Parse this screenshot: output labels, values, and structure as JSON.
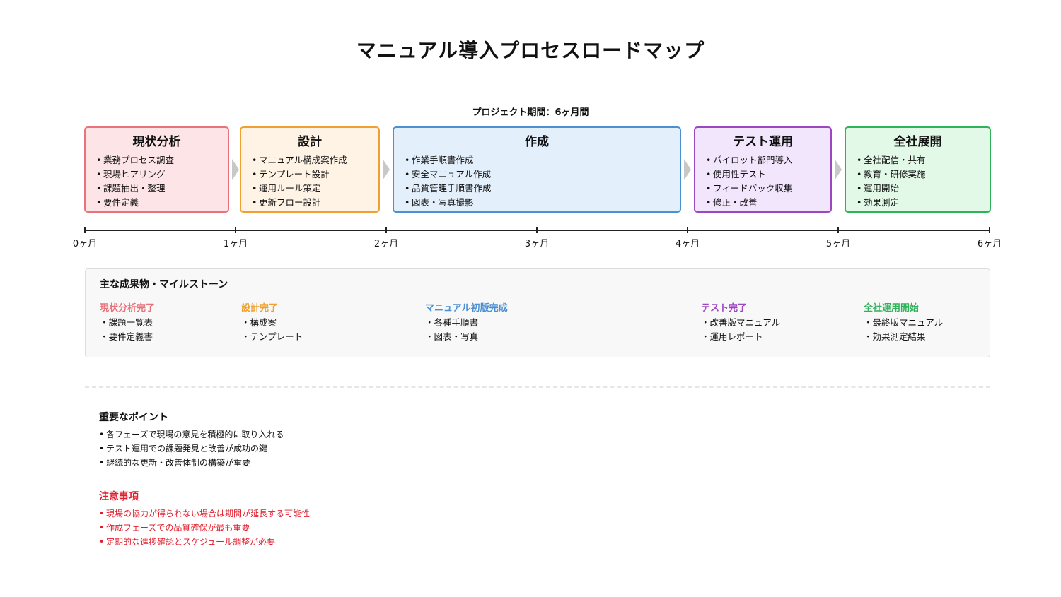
{
  "title": "マニュアル導入プロセスロードマップ",
  "duration_label": "プロジェクト期間：6ヶ月間",
  "colors": {
    "analysis": {
      "border": "#e8737a",
      "fill": "#fde5e7",
      "text": "#e8737a"
    },
    "design": {
      "border": "#f0a030",
      "fill": "#fef3e5",
      "text": "#f0a030"
    },
    "creation": {
      "border": "#4a90d2",
      "fill": "#e3f0fc",
      "text": "#4a90d2"
    },
    "test": {
      "border": "#9b48c0",
      "fill": "#f1e6fc",
      "text": "#9b48c0"
    },
    "rollout": {
      "border": "#2fb35a",
      "fill": "#e3f9e7",
      "text": "#2fb35a"
    },
    "warning": "#e11d2b"
  },
  "phases": [
    {
      "name": "現状分析",
      "items": [
        "業務プロセス調査",
        "現場ヒアリング",
        "課題抽出・整理",
        "要件定義"
      ]
    },
    {
      "name": "設計",
      "items": [
        "マニュアル構成案作成",
        "テンプレート設計",
        "運用ルール策定",
        "更新フロー設計"
      ]
    },
    {
      "name": "作成",
      "items": [
        "作業手順書作成",
        "安全マニュアル作成",
        "品質管理手順書作成",
        "図表・写真撮影"
      ]
    },
    {
      "name": "テスト運用",
      "items": [
        "パイロット部門導入",
        "使用性テスト",
        "フィードバック収集",
        "修正・改善"
      ]
    },
    {
      "name": "全社展開",
      "items": [
        "全社配信・共有",
        "教育・研修実施",
        "運用開始",
        "効果測定"
      ]
    }
  ],
  "timeline": {
    "ticks": [
      "0ヶ月",
      "1ヶ月",
      "2ヶ月",
      "3ヶ月",
      "4ヶ月",
      "5ヶ月",
      "6ヶ月"
    ]
  },
  "milestones": {
    "heading": "主な成果物・マイルストーン",
    "items": [
      {
        "name": "現状分析完了",
        "items": [
          "課題一覧表",
          "要件定義書"
        ]
      },
      {
        "name": "設計完了",
        "items": [
          "構成案",
          "テンプレート"
        ]
      },
      {
        "name": "マニュアル初版完成",
        "items": [
          "各種手順書",
          "図表・写真"
        ]
      },
      {
        "name": "テスト完了",
        "items": [
          "改善版マニュアル",
          "運用レポート"
        ]
      },
      {
        "name": "全社運用開始",
        "items": [
          "最終版マニュアル",
          "効果測定結果"
        ]
      }
    ]
  },
  "key_points": {
    "heading": "重要なポイント",
    "items": [
      "各フェーズで現場の意見を積極的に取り入れる",
      "テスト運用での課題発見と改善が成功の鍵",
      "継続的な更新・改善体制の構築が重要"
    ]
  },
  "cautions": {
    "heading": "注意事項",
    "items": [
      "現場の協力が得られない場合は期間が延長する可能性",
      "作成フェーズでの品質確保が最も重要",
      "定期的な進捗確認とスケジュール調整が必要"
    ]
  }
}
